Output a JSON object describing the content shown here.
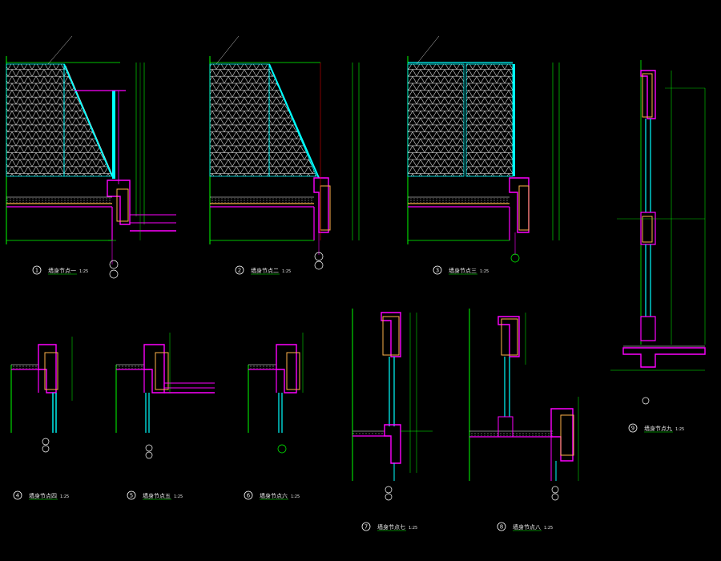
{
  "theme": {
    "background": "#000000",
    "wall_line": "#00ff00",
    "glass": "#00ffff",
    "frame": "#ff00ff",
    "stone": "#ffb24a",
    "cyan_steel": "#4ce2ff",
    "hatch": "#ffffff",
    "annotation": "#ffffff",
    "dimension": "#00ff00"
  },
  "drawing": {
    "title": "",
    "details": [
      {
        "number": "1",
        "label": "墙身节点一",
        "scale": "1:25"
      },
      {
        "number": "2",
        "label": "墙身节点二",
        "scale": "1:25"
      },
      {
        "number": "3",
        "label": "墙身节点三",
        "scale": "1:25"
      },
      {
        "number": "4",
        "label": "墙身节点四",
        "scale": "1:25"
      },
      {
        "number": "5",
        "label": "墙身节点五",
        "scale": "1:25"
      },
      {
        "number": "6",
        "label": "墙身节点六",
        "scale": "1:25"
      },
      {
        "number": "7",
        "label": "墙身节点七",
        "scale": "1:25"
      },
      {
        "number": "8",
        "label": "墙身节点八",
        "scale": "1:25"
      },
      {
        "number": "9",
        "label": "墙身节点九",
        "scale": "1:25"
      }
    ]
  }
}
